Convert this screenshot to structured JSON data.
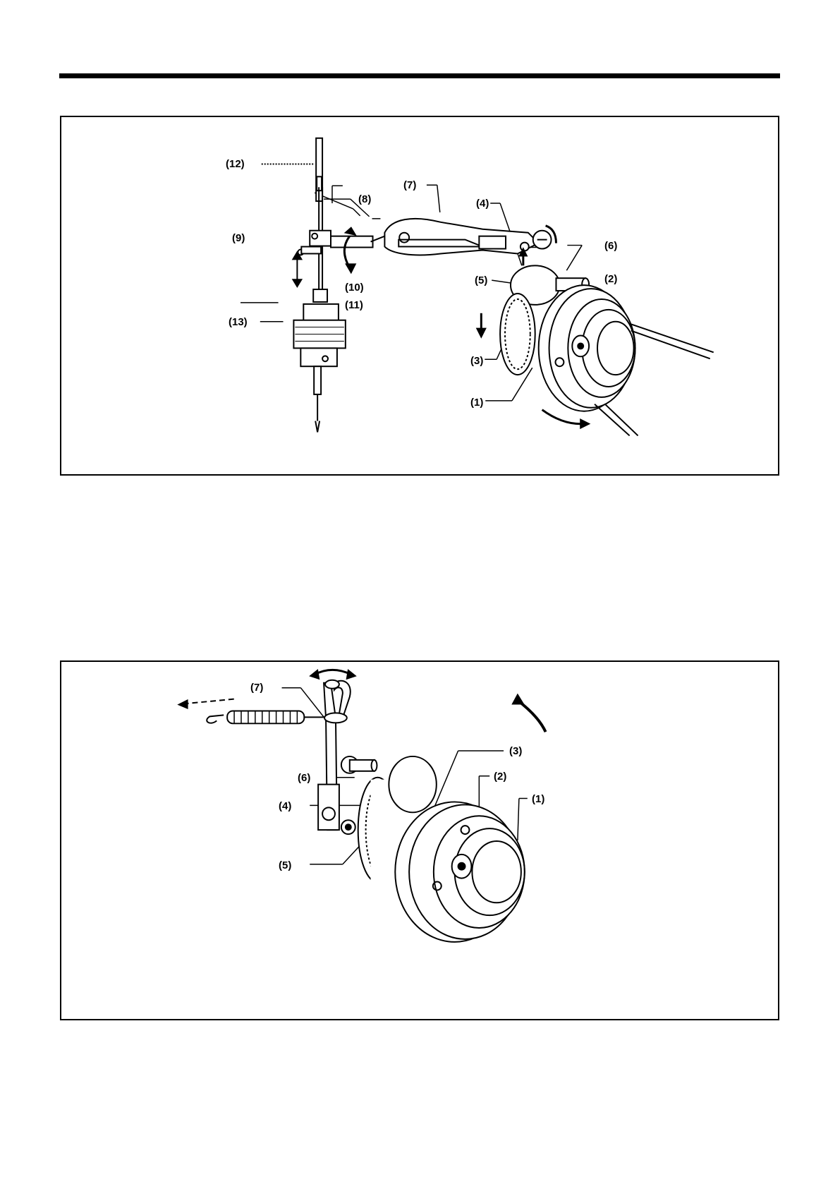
{
  "figure1": {
    "callouts": {
      "c1": "(1)",
      "c2": "(2)",
      "c3": "(3)",
      "c4": "(4)",
      "c5": "(5)",
      "c6": "(6)",
      "c7": "(7)",
      "c8": "(8)",
      "c9": "(9)",
      "c10": "(10)",
      "c11": "(11)",
      "c12": "(12)",
      "c13": "(13)"
    }
  },
  "figure2": {
    "callouts": {
      "c1": "(1)",
      "c2": "(2)",
      "c3": "(3)",
      "c4": "(4)",
      "c5": "(5)",
      "c6": "(6)",
      "c7": "(7)"
    }
  }
}
